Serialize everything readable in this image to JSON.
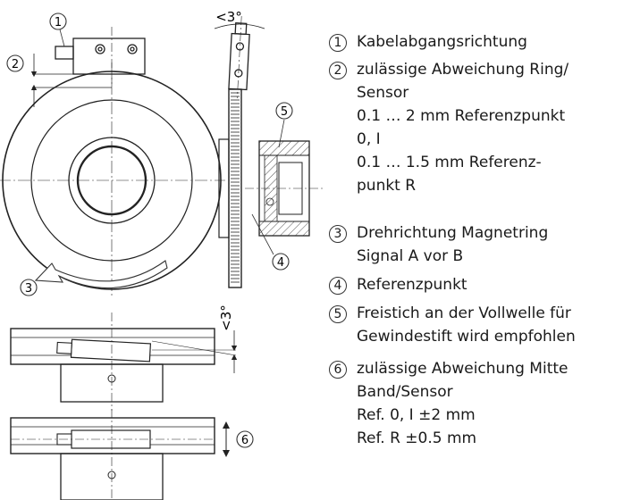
{
  "callouts": [
    "1",
    "2",
    "3",
    "4",
    "5",
    "6"
  ],
  "angle_label_top": "<3°",
  "angle_label_side": "<3°",
  "legend": [
    {
      "num": "1",
      "lines": [
        "Kabelabgangsrichtung"
      ]
    },
    {
      "num": "2",
      "lines": [
        "zulässige Abweichung Ring/",
        "Sensor",
        "0.1 … 2 mm Referenzpunkt",
        "0, I",
        "0.1 … 1.5 mm Referenz-",
        "punkt R"
      ]
    },
    {
      "num": "3",
      "lines": [
        "Drehrichtung Magnetring",
        "Signal A vor B"
      ]
    },
    {
      "num": "4",
      "lines": [
        "Referenzpunkt"
      ]
    },
    {
      "num": "5",
      "lines": [
        "Freistich an der Vollwelle für",
        "Gewindestift wird empfohlen"
      ]
    },
    {
      "num": "6",
      "lines": [
        "zulässige Abweichung Mitte",
        "Band/Sensor",
        "Ref. 0, I ±2 mm",
        "Ref. R ±0.5 mm"
      ]
    }
  ]
}
